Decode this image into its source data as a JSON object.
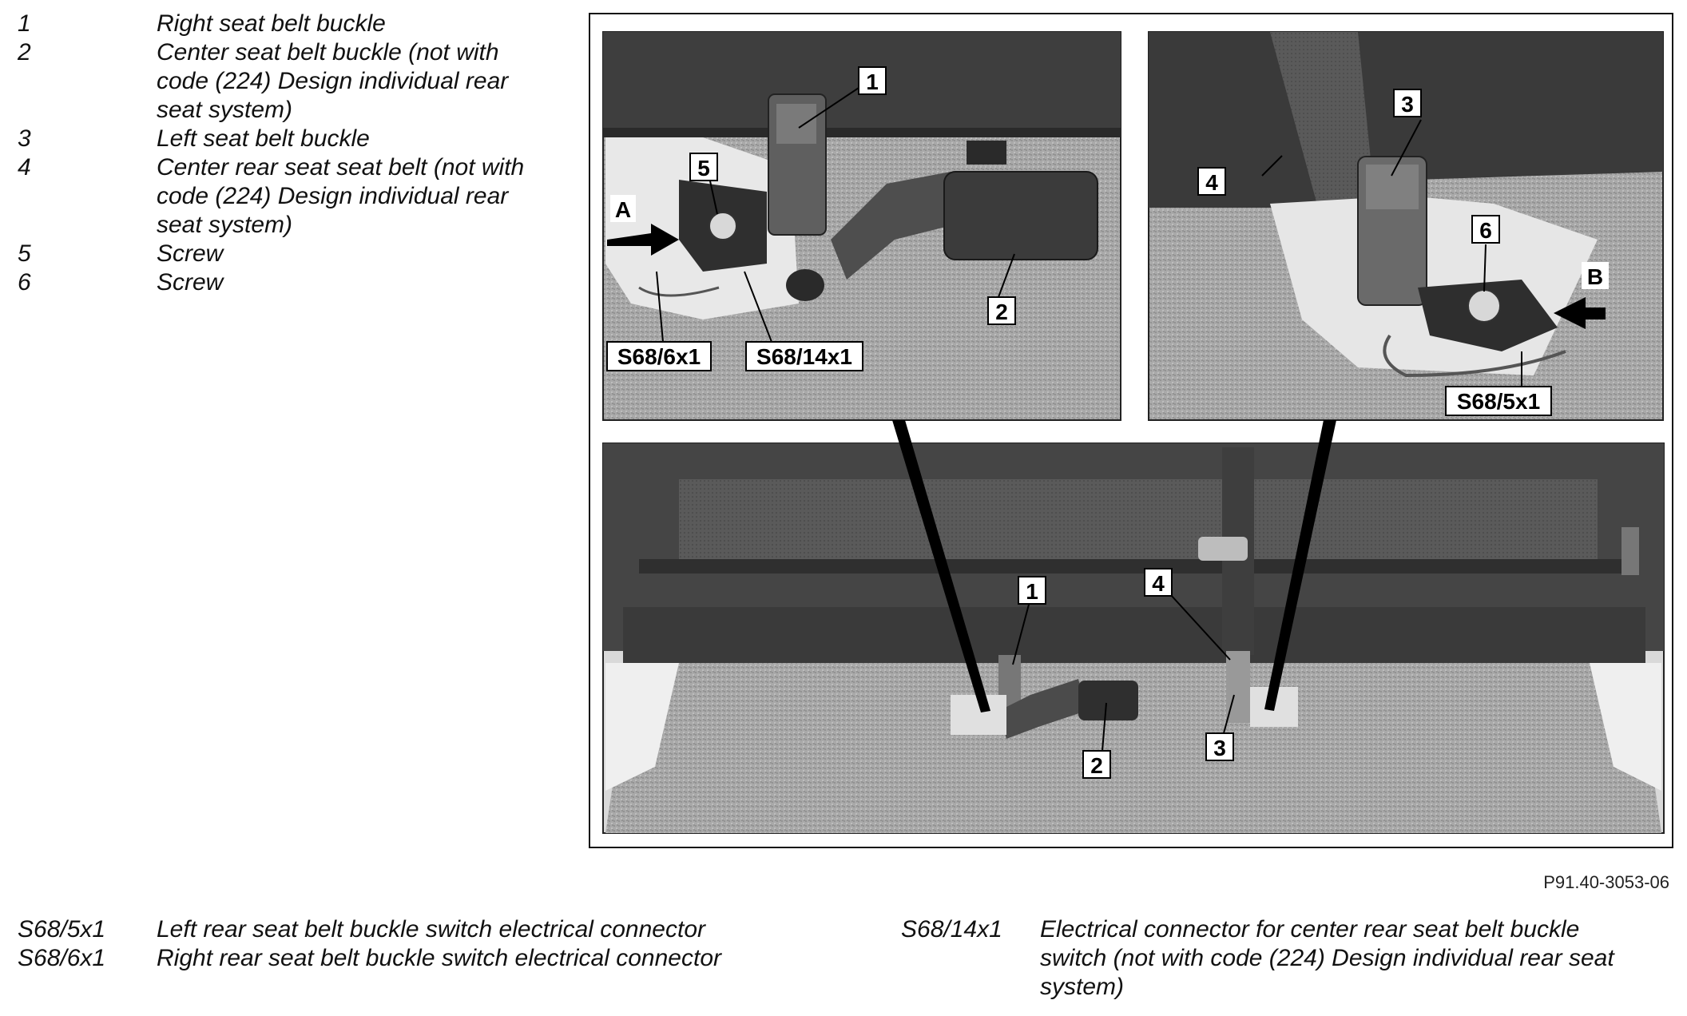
{
  "legend_top": [
    {
      "num": "1",
      "text": "Right seat belt buckle"
    },
    {
      "num": "2",
      "text": "Center seat belt buckle (not with code (224) Design individual rear seat system)"
    },
    {
      "num": "3",
      "text": "Left seat belt buckle"
    },
    {
      "num": "4",
      "text": "Center rear seat seat belt (not with code (224) Design individual rear seat system)"
    },
    {
      "num": "5",
      "text": "Screw"
    },
    {
      "num": "6",
      "text": "Screw"
    }
  ],
  "legend_bottom_left": [
    {
      "code": "S68/5x1",
      "text": "Left rear seat belt buckle switch electrical connector"
    },
    {
      "code": "S68/6x1",
      "text": "Right rear seat belt buckle switch electrical connector"
    }
  ],
  "legend_bottom_right": [
    {
      "code": "S68/14x1",
      "text": "Electrical connector for center rear seat belt buckle switch (not with code (224) Design individual rear seat system)"
    }
  ],
  "figure_code": "P91.40-3053-06",
  "callouts": {
    "top_left": {
      "one": "1",
      "five": "5",
      "two": "2",
      "a": "A",
      "s68_6x1": "S68/6x1",
      "s68_14x1": "S68/14x1"
    },
    "top_right": {
      "three": "3",
      "four": "4",
      "six": "6",
      "b": "B",
      "s68_5x1": "S68/5x1"
    },
    "bottom": {
      "one": "1",
      "four": "4",
      "two": "2",
      "three": "3"
    }
  }
}
